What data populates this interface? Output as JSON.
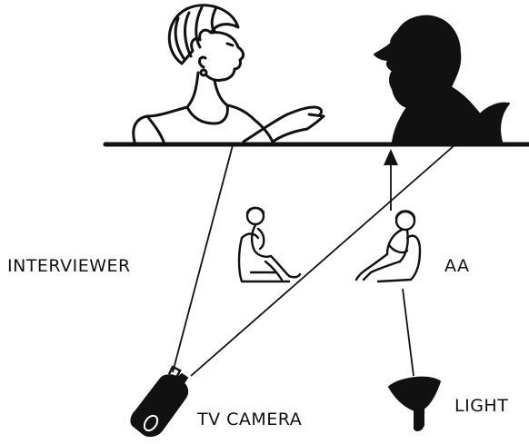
{
  "labels": {
    "interviewer": "INTERVIEWER",
    "aa": "AA",
    "camera": "TV CAMERA",
    "light": "LIGHT"
  },
  "icons": {
    "interviewer_figure": "interviewer-portrait",
    "aa_figure": "silhouette",
    "interviewer_seated": "seated-person",
    "aa_seated": "seated-person",
    "camera": "tv-camera",
    "light": "lamp"
  },
  "colors": {
    "ink": "#111111",
    "background": "#ffffff"
  }
}
